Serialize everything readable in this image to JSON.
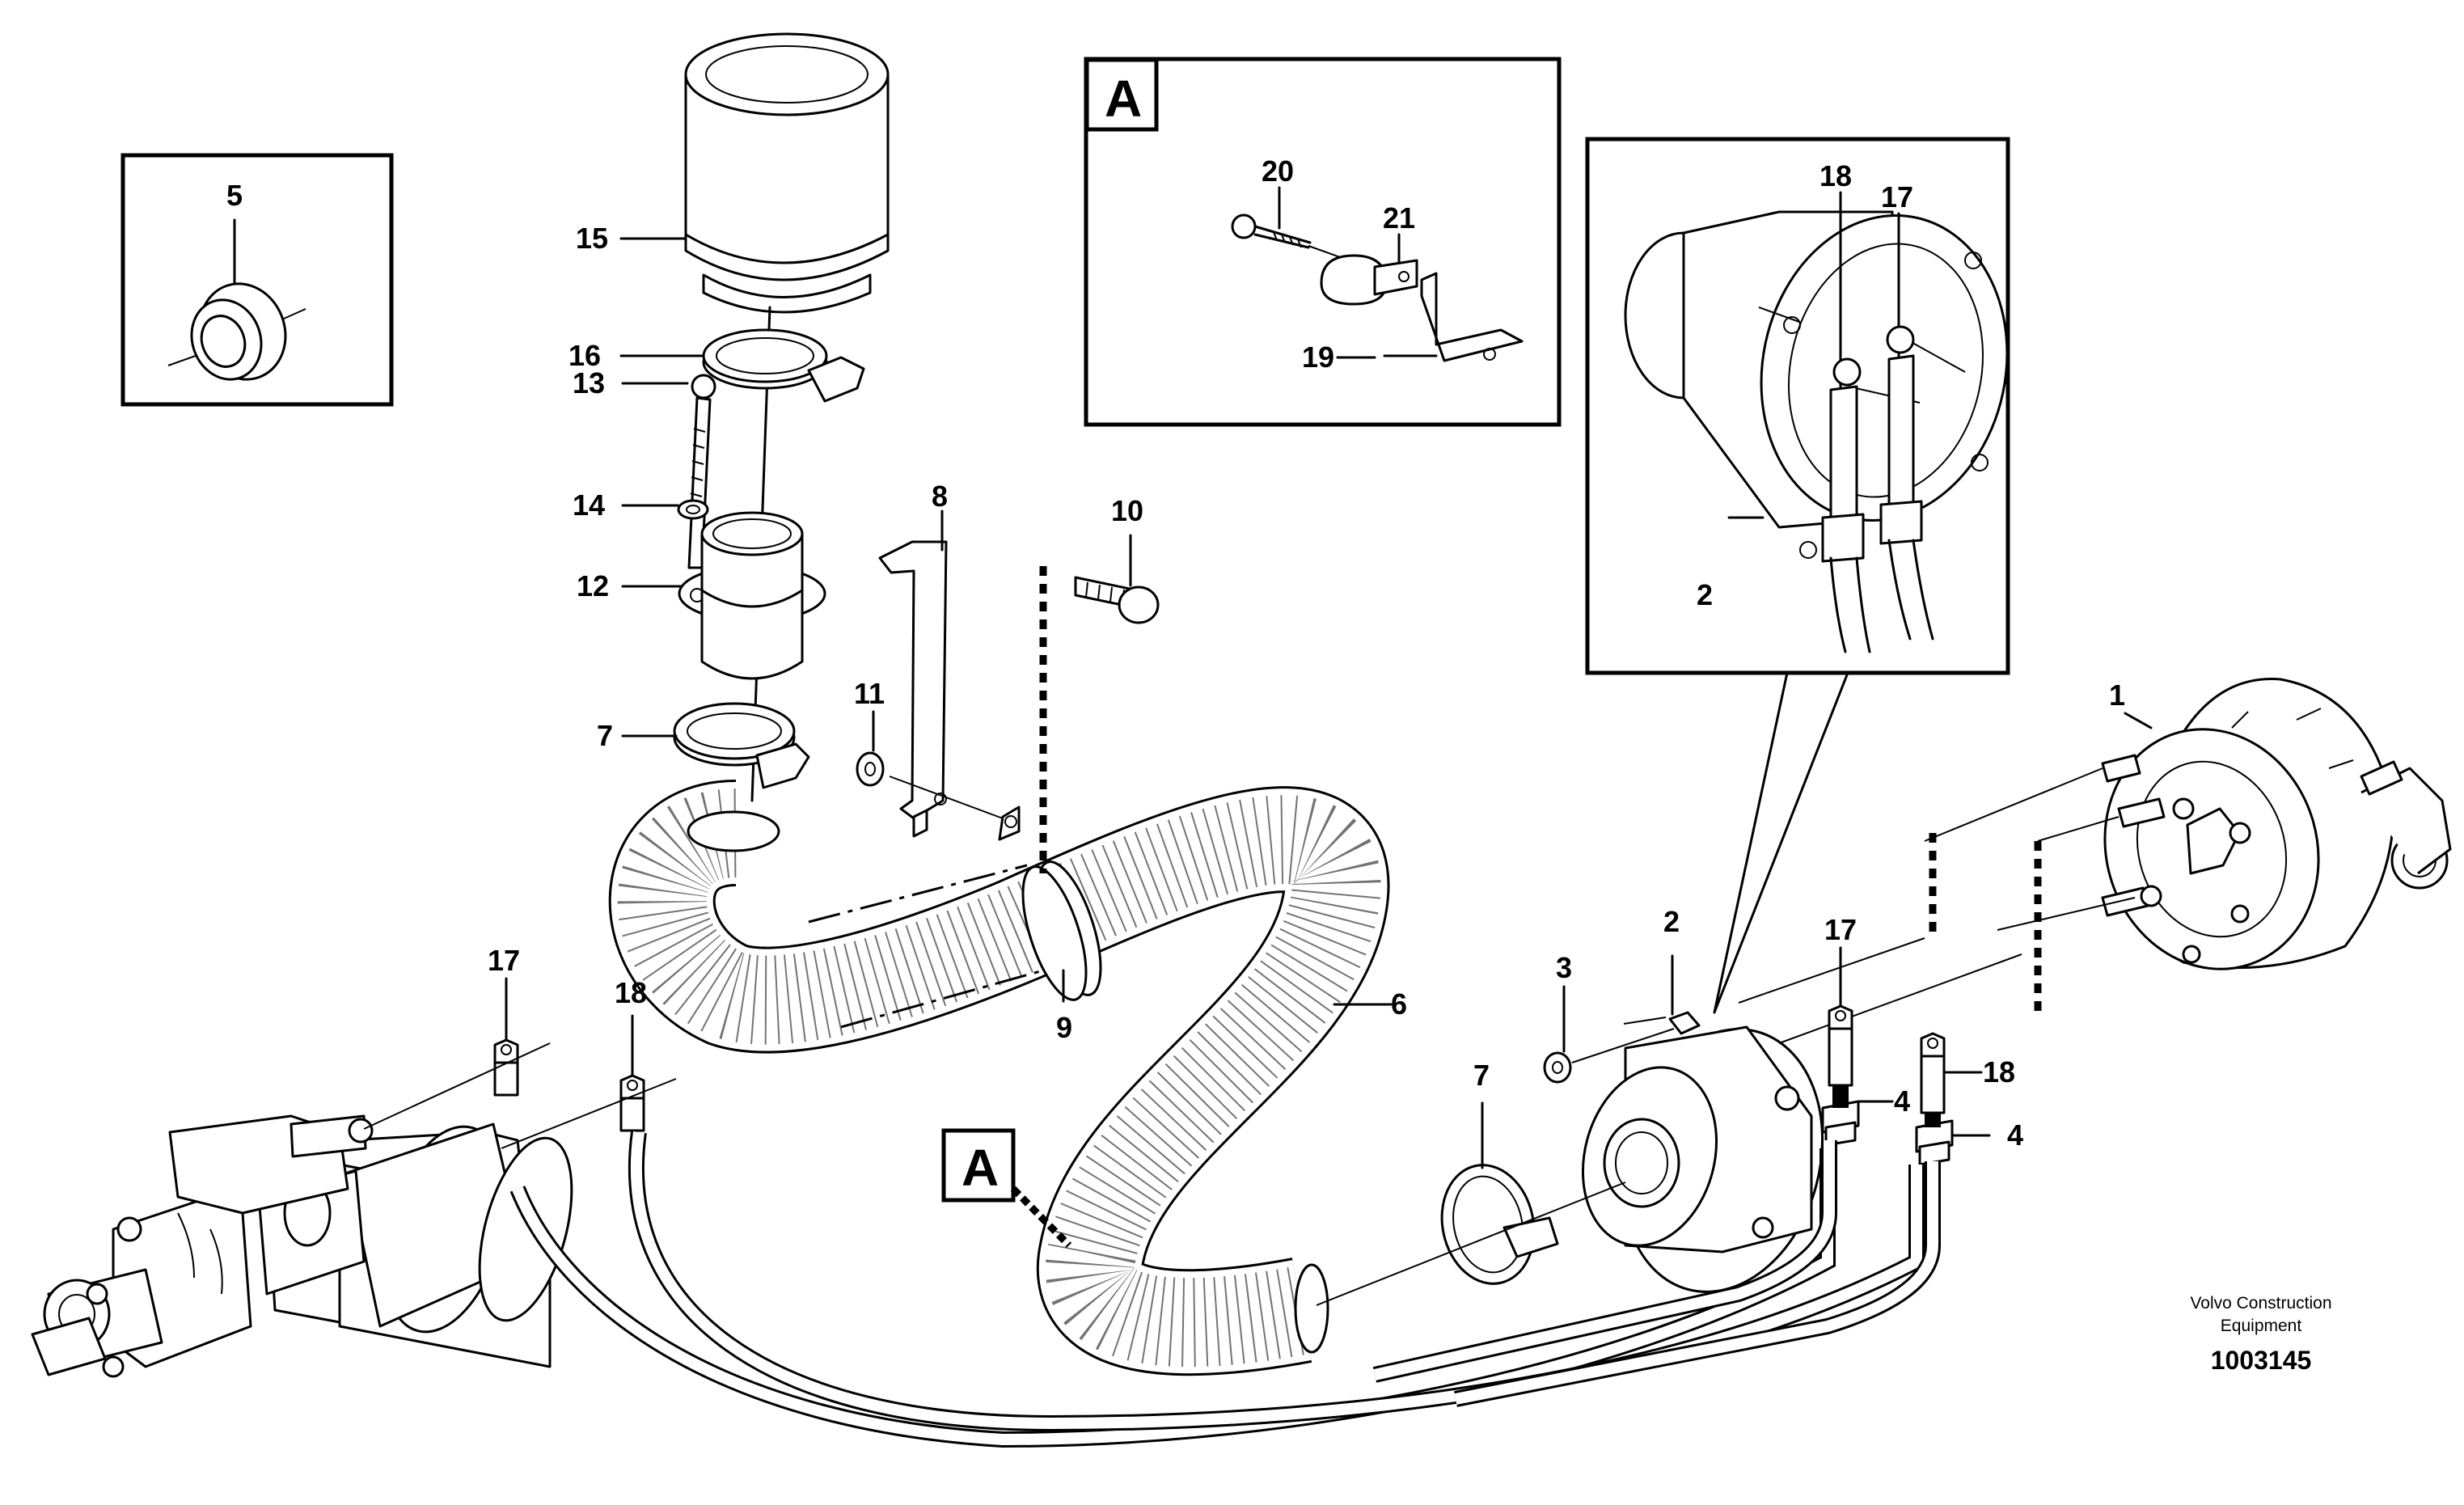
{
  "callouts": {
    "n1": "1",
    "n2a": "2",
    "n2b": "2",
    "n3": "3",
    "n4a": "4",
    "n4b": "4",
    "n5": "5",
    "n6": "6",
    "n7a": "7",
    "n7b": "7",
    "n8": "8",
    "n9": "9",
    "n10": "10",
    "n11": "11",
    "n12": "12",
    "n13": "13",
    "n14": "14",
    "n15": "15",
    "n16": "16",
    "n17a": "17",
    "n17b": "17",
    "n17c": "17",
    "n18a": "18",
    "n18b": "18",
    "n18c": "18",
    "n19": "19",
    "n20": "20",
    "n21": "21"
  },
  "detail_letter": "A",
  "footer": {
    "brand_line1": "Volvo Construction",
    "brand_line2": "Equipment",
    "doc_number": "1003145"
  }
}
